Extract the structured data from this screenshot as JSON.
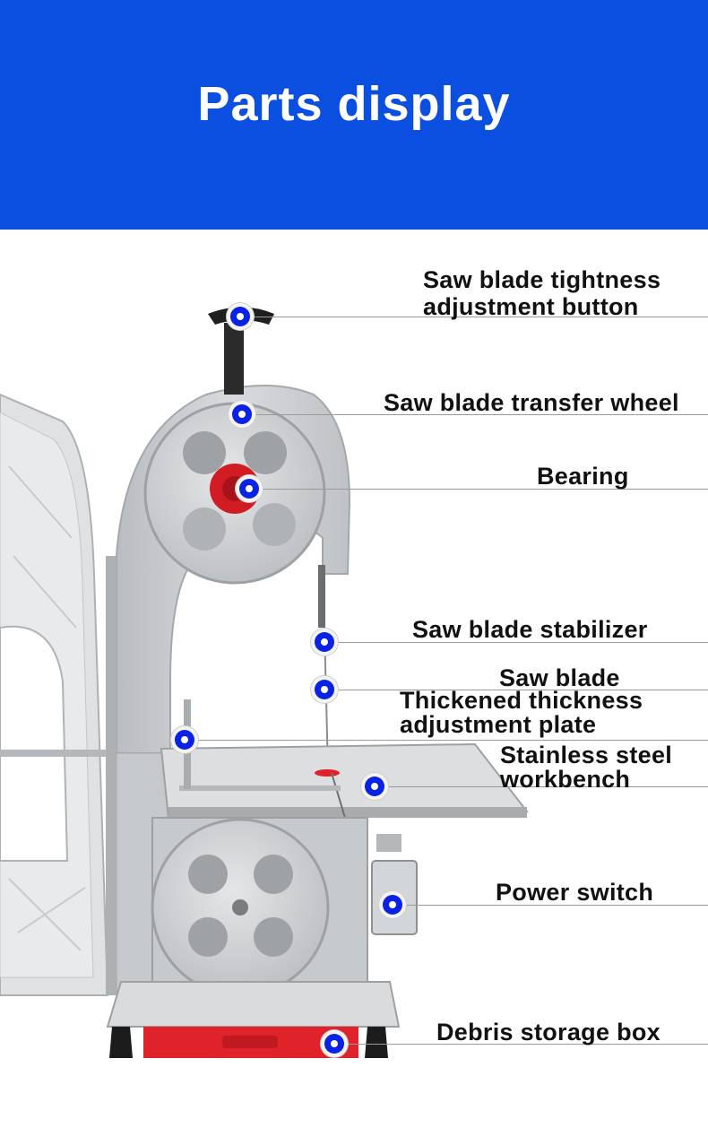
{
  "header": {
    "title": "Parts display"
  },
  "parts": {
    "tightness_button": [
      "Saw blade tightness",
      "adjustment button"
    ],
    "transfer_wheel": "Saw blade transfer wheel",
    "bearing": "Bearing",
    "stabilizer": "Saw blade stabilizer",
    "saw_blade": "Saw blade",
    "thickness_plate": [
      "Thickened thickness",
      "adjustment plate"
    ],
    "workbench": [
      "Stainless steel",
      "workbench"
    ],
    "power_switch": "Power switch",
    "debris_box": "Debris storage box"
  },
  "colors": {
    "header_bg": "#0a4fe0",
    "marker": "#0a22e6",
    "machine_body": "#c9cccf",
    "debris_box": "#e0232a",
    "bearing": "#d21c24"
  }
}
